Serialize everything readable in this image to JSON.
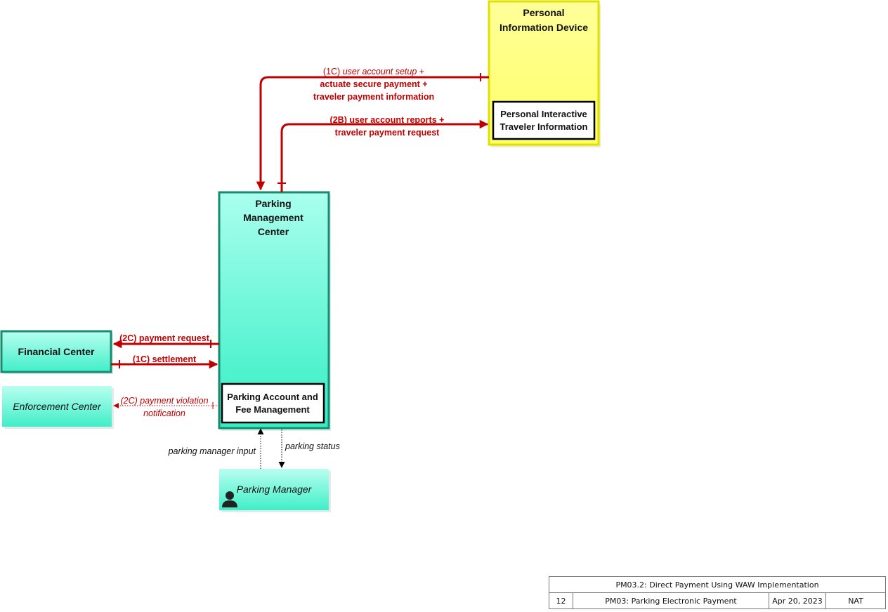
{
  "colors": {
    "flow_red": "#c00000",
    "center_green_top": "#aaffee",
    "center_green_bottom": "#33eec4",
    "center_border": "#1a8a6e",
    "device_yellow": "#ffff99",
    "device_border": "#e0e000"
  },
  "elements": {
    "personal_device": {
      "title_line1": "Personal",
      "title_line2": "Information Device"
    },
    "personal_traveler_info": {
      "line1": "Personal Interactive",
      "line2": "Traveler Information"
    },
    "parking_center": {
      "line1": "Parking",
      "line2": "Management",
      "line3": "Center"
    },
    "parking_account": {
      "line1": "Parking Account and",
      "line2": "Fee Management"
    },
    "financial_center": {
      "label": "Financial Center"
    },
    "enforcement_center": {
      "label": "Enforcement Center"
    },
    "parking_manager": {
      "label": "Parking Manager",
      "icon": "person-icon"
    }
  },
  "flows": {
    "setup": {
      "prefix": "(1C) ",
      "italic": "user account setup",
      "suffix": " +",
      "line2": "actuate secure payment +",
      "line3": "traveler payment information"
    },
    "reports": {
      "line1": "(2B) user account reports +",
      "line2": "traveler payment request"
    },
    "payment_request": {
      "label": "(2C) payment request"
    },
    "settlement": {
      "label": "(1C) settlement"
    },
    "violation": {
      "line1": "(2C) payment violation",
      "line2": "notification"
    },
    "manager_input": {
      "label": "parking manager input"
    },
    "parking_status": {
      "label": "parking status"
    }
  },
  "info_block": {
    "title": "PM03.2: Direct Payment Using WAW Implementation",
    "number": "12",
    "package": "PM03: Parking Electronic Payment",
    "date": "Apr 20, 2023",
    "scope": "NAT"
  }
}
